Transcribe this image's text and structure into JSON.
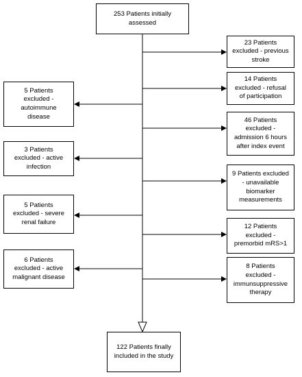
{
  "top_box": {
    "lines": [
      "253 Patients initially",
      "assessed"
    ]
  },
  "bottom_box": {
    "lines": [
      "122 Patients finally",
      "included in the study"
    ]
  },
  "right_boxes": [
    {
      "lines": [
        "23 Patients",
        "excluded - previous",
        "stroke"
      ]
    },
    {
      "lines": [
        "14 Patients",
        "excluded - refusal",
        "of participation"
      ]
    },
    {
      "lines": [
        "46 Patients",
        "excluded -",
        "admission 6 hours",
        "after index event"
      ]
    },
    {
      "lines": [
        "9 Patients excluded",
        "- unavailable",
        "biomarker",
        "measurements"
      ]
    },
    {
      "lines": [
        "12 Patients",
        "excluded -",
        "premorbid mRS>1"
      ]
    },
    {
      "lines": [
        "8 Patients",
        "excluded -",
        "immunsuppressive",
        "therapy"
      ]
    }
  ],
  "left_boxes": [
    {
      "lines": [
        "5 Patients",
        "excluded -",
        "autoimmune",
        "disease"
      ]
    },
    {
      "lines": [
        "3 Patients",
        "excluded - active",
        "infection"
      ]
    },
    {
      "lines": [
        "5 Patients",
        "excluded - severe",
        "renal failure"
      ]
    },
    {
      "lines": [
        "6 Patients",
        "excluded - active",
        "malignant disease"
      ]
    }
  ]
}
